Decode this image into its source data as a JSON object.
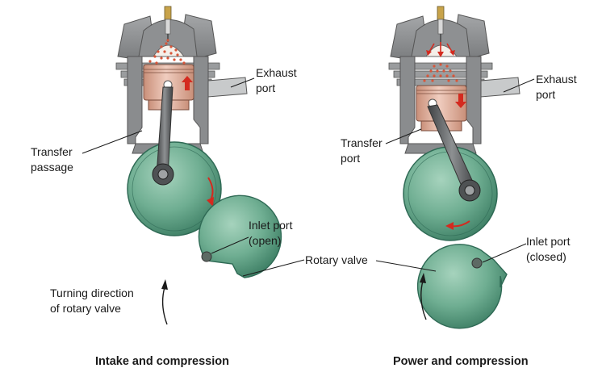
{
  "labels": {
    "left_exhaust_port": [
      "Exhaust",
      "port"
    ],
    "right_exhaust_port": [
      "Exhaust",
      "port"
    ],
    "transfer_passage": [
      "Transfer",
      "passage"
    ],
    "transfer_port": [
      "Transfer",
      "port"
    ],
    "inlet_port_open": [
      "Inlet port",
      "(open)"
    ],
    "inlet_port_closed": [
      "Inlet port",
      "(closed)"
    ],
    "rotary_valve": "Rotary valve",
    "turning_direction": [
      "Turning direction",
      "of rotary valve"
    ]
  },
  "captions": {
    "left": "Intake and compression",
    "right": "Power and compression"
  },
  "colors": {
    "cylinder": "#8a8c8e",
    "cylinder_light": "#b5b7b9",
    "piston": "#e2b6a6",
    "crank_green": "#6fae92",
    "crank_green_dark": "#2f6a55",
    "rod": "#5a5c5e",
    "arrow_red": "#d42a1f",
    "dots_red": "#d8563a",
    "text": "#1a1a1a"
  }
}
